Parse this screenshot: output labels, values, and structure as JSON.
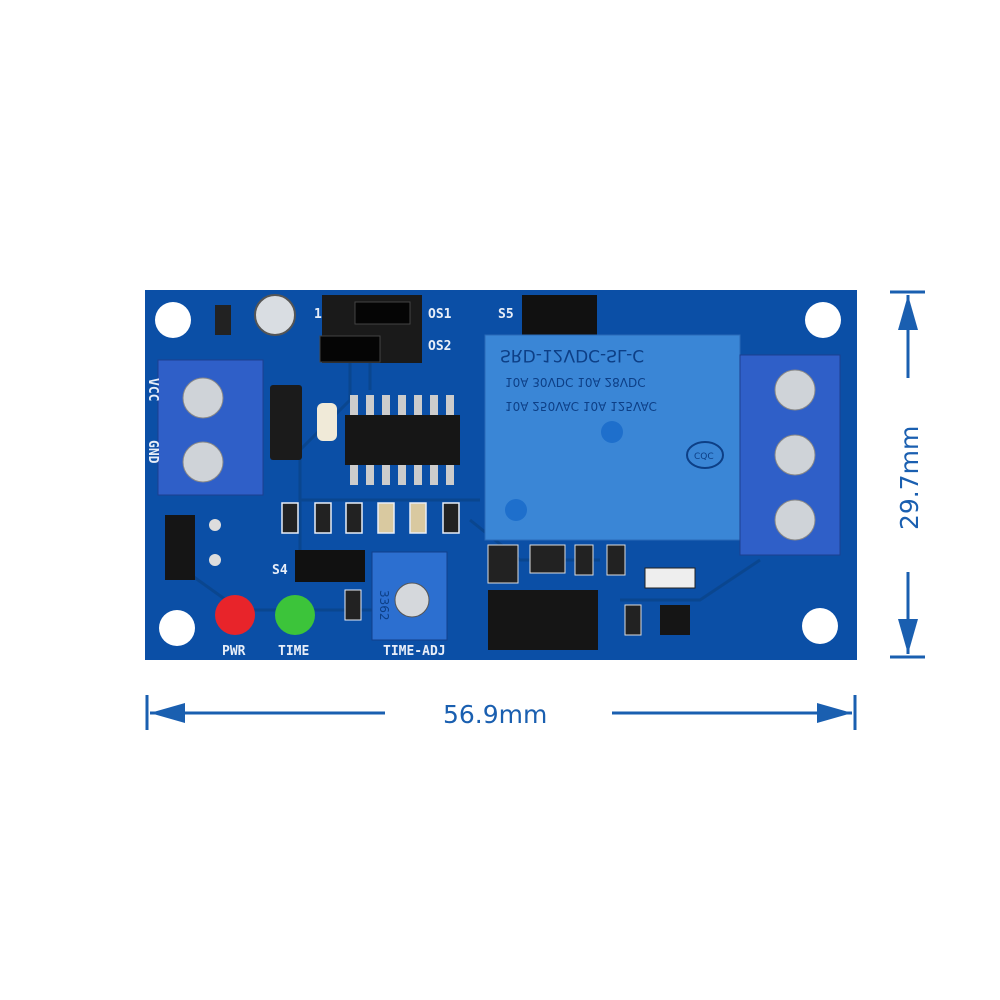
{
  "board": {
    "jumper_labels": {
      "pin1": "1",
      "os1": "OS1",
      "os2": "OS2",
      "s5": "S5",
      "s4": "S4"
    },
    "terminal_labels": {
      "vcc": "VCC",
      "gnd": "GND"
    },
    "led_labels": {
      "pwr": "PWR",
      "time": "TIME"
    },
    "pot_label": "TIME-ADJ",
    "pot_model": "3362",
    "relay": {
      "model": "SRD-12VDC-SL-C",
      "rating_dc": "10A 30VDC 10A 28VDC",
      "rating_ac": "10A 250VAC 10A 125VAC",
      "cert": "CQC"
    }
  },
  "dimensions": {
    "width": "56.9mm",
    "height": "29.7mm"
  },
  "colors": {
    "board": "#0b4fa6",
    "dimension": "#1a5fb0",
    "relay": "#3a86d6",
    "terminal": "#2f5fc8"
  }
}
